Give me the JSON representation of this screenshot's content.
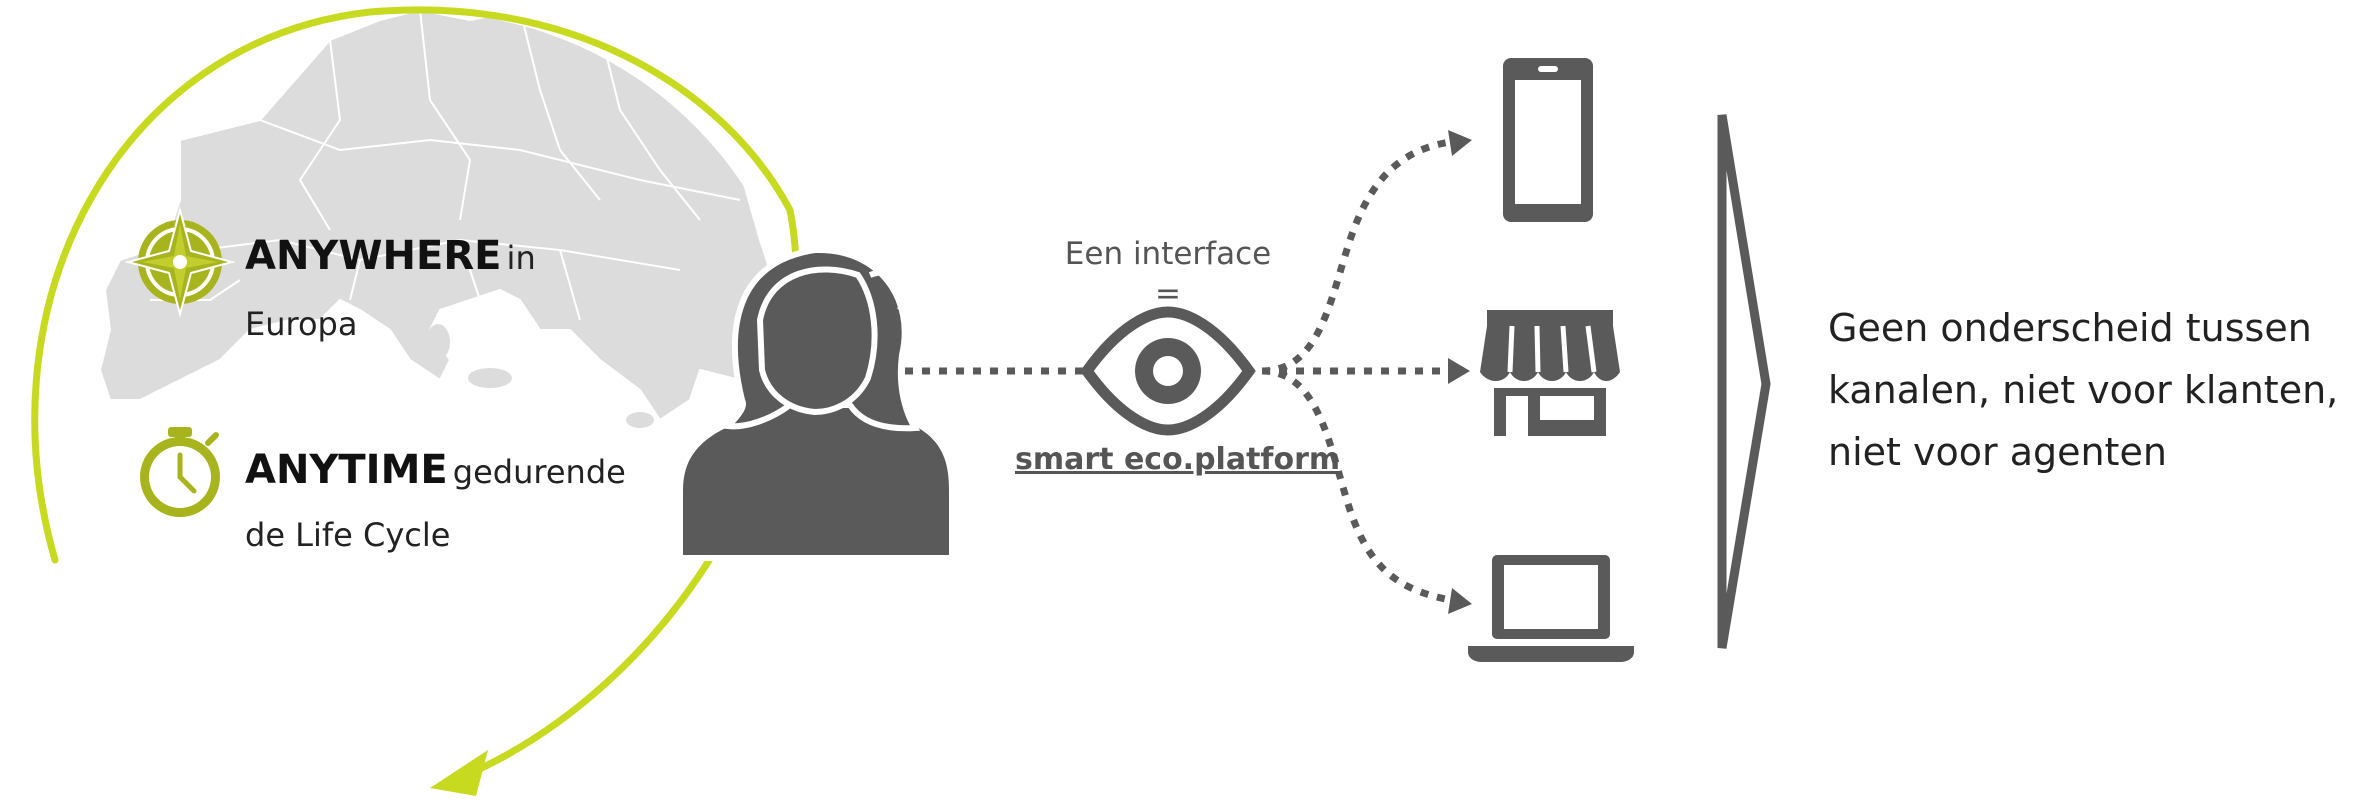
{
  "colors": {
    "accent_green": "#c7da1f",
    "icon_olive": "#a8b41e",
    "icon_grey": "#5a5a5a",
    "map_grey": "#dcdcdc",
    "text_dark": "#111111",
    "text_mid": "#555555"
  },
  "left": {
    "anywhere": {
      "strong": "ANYWHERE",
      "rest": "in",
      "line2": "Europa",
      "icon": "compass-icon"
    },
    "anytime": {
      "strong": "ANYTIME",
      "rest": "gedurende",
      "line2": "de Life Cycle",
      "icon": "stopwatch-icon"
    },
    "map_icon": "europe-map"
  },
  "center": {
    "interface_label": "Een interface",
    "equals": "=",
    "platform_label": "smart eco.platform",
    "user_icon": "user-icon",
    "eye_icon": "eye-icon"
  },
  "channels": [
    {
      "name": "phone",
      "icon": "smartphone-icon"
    },
    {
      "name": "store",
      "icon": "store-icon"
    },
    {
      "name": "laptop",
      "icon": "laptop-icon"
    }
  ],
  "summary": {
    "text": "Geen onderscheid tussen kanalen, niet voor klanten, niet voor agenten"
  }
}
